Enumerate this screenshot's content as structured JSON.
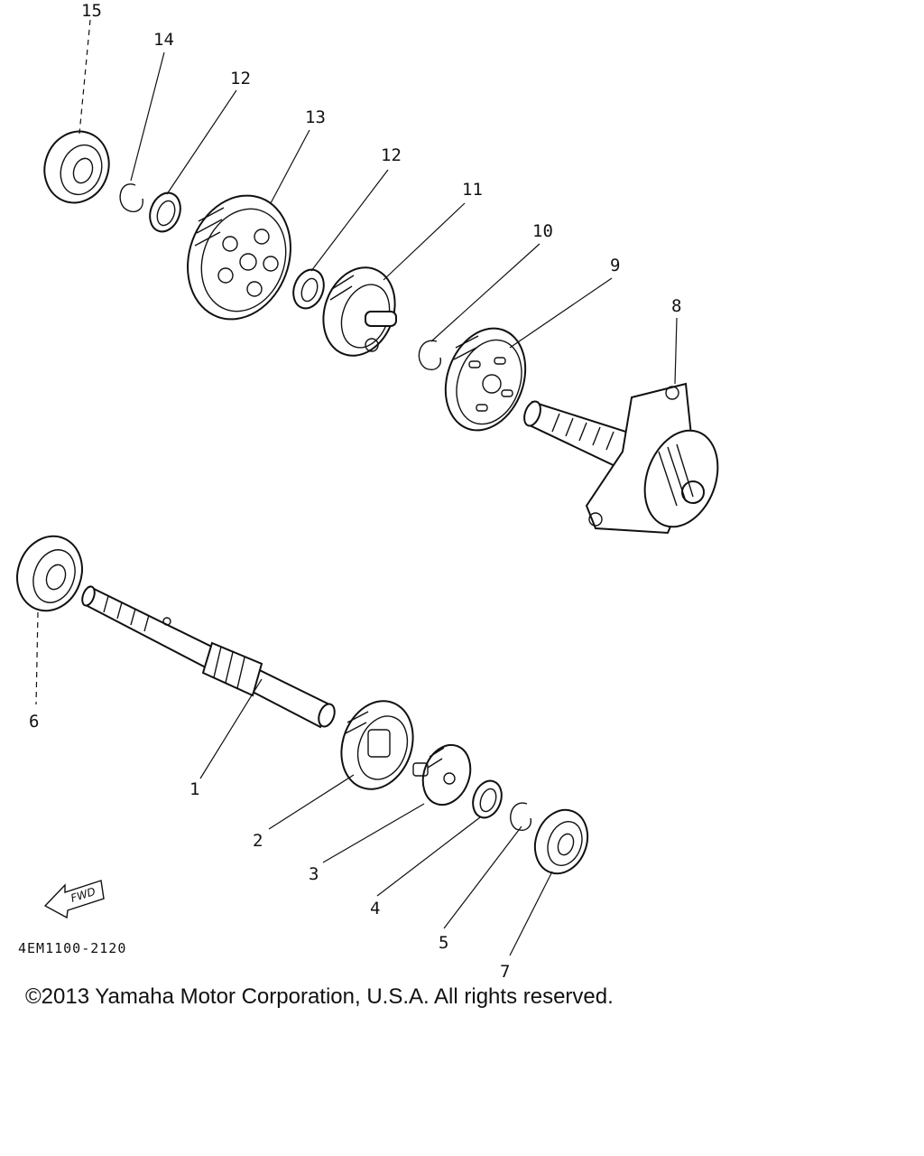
{
  "callouts": {
    "p1": "1",
    "p2": "2",
    "p3": "3",
    "p4": "4",
    "p5": "5",
    "p6": "6",
    "p7": "7",
    "p8": "8",
    "p9": "9",
    "p10": "10",
    "p11": "11",
    "p12a": "12",
    "p12b": "12",
    "p13": "13",
    "p14": "14",
    "p15": "15"
  },
  "fwd_label": "FWD",
  "drawing_code": "4EM1100-2120",
  "copyright": "©2013 Yamaha Motor Corporation, U.S.A. All rights reserved."
}
